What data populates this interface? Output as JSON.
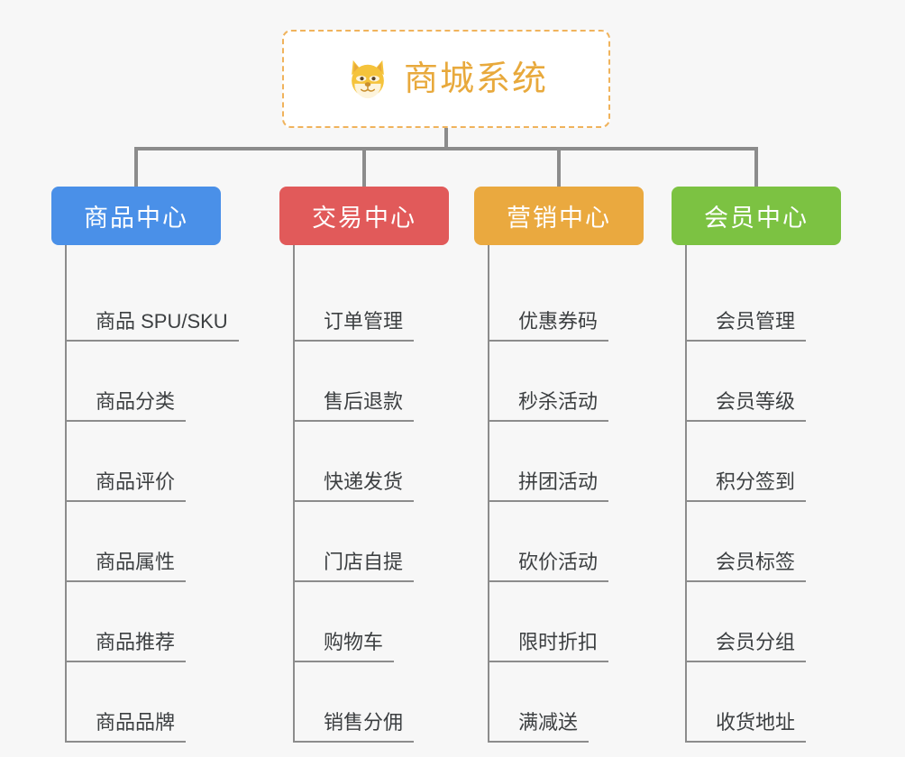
{
  "diagram": {
    "type": "org-chart",
    "background_color": "#f7f7f7",
    "root": {
      "title": "商城系统",
      "icon": "shiba-dog-icon",
      "text_color": "#e8a93c",
      "border_color": "#f0b35c",
      "border_style": "dashed",
      "fill_color": "#ffffff"
    },
    "connector_color": "#8c8c8c",
    "columns": [
      {
        "title": "商品中心",
        "color": "#4a90e8",
        "items": [
          "商品 SPU/SKU",
          "商品分类",
          "商品评价",
          "商品属性",
          "商品推荐",
          "商品品牌"
        ]
      },
      {
        "title": "交易中心",
        "color": "#e15a5a",
        "items": [
          "订单管理",
          "售后退款",
          "快递发货",
          "门店自提",
          "购物车",
          "销售分佣"
        ]
      },
      {
        "title": "营销中心",
        "color": "#eaa93f",
        "items": [
          "优惠券码",
          "秒杀活动",
          "拼团活动",
          "砍价活动",
          "限时折扣",
          "满减送"
        ]
      },
      {
        "title": "会员中心",
        "color": "#7cc242",
        "items": [
          "会员管理",
          "会员等级",
          "积分签到",
          "会员标签",
          "会员分组",
          "收货地址"
        ]
      }
    ]
  }
}
